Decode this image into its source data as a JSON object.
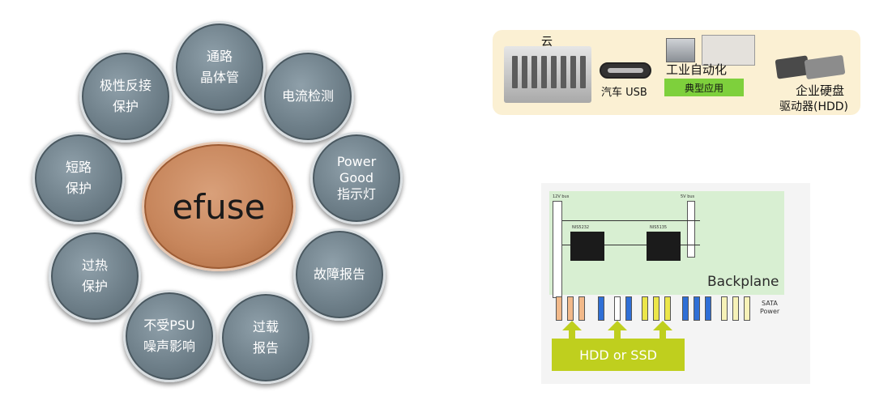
{
  "efuse": {
    "center": "efuse",
    "nodes": [
      {
        "line1": "通路",
        "line2": "晶体管"
      },
      {
        "line1": "电流检测",
        "line2": ""
      },
      {
        "line1": "Power",
        "line2": "Good",
        "line3": "指示灯"
      },
      {
        "line1": "故障报告",
        "line2": ""
      },
      {
        "line1": "过载",
        "line2": "报告"
      },
      {
        "line1": "不受PSU",
        "line2": "噪声影响"
      },
      {
        "line1": "过热",
        "line2": "保护"
      },
      {
        "line1": "短路",
        "line2": "保护"
      },
      {
        "line1": "极性反接",
        "line2": "保护"
      }
    ]
  },
  "applications": {
    "cloud": "云",
    "automotive": "汽车 USB",
    "industrial": "工业自动化",
    "typical": "典型应用",
    "enterprise_line1": "企业硬盘",
    "enterprise_line2": "驱动器(HDD)",
    "badge_color": "#7ed03c",
    "panel_color": "#fbf0d3"
  },
  "backplane": {
    "label": "Backplane",
    "bus12": "12V bus",
    "bus5": "5V bus",
    "chip1": "NIS5232",
    "chip2": "NIS5135",
    "sata_line1": "SATA",
    "sata_line2": "Power",
    "drive": "HDD or SSD",
    "drive_color": "#bfcf1e"
  }
}
